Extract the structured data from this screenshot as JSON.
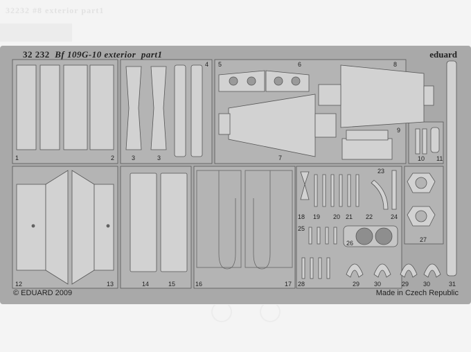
{
  "header": {
    "faded_title": "32232  #8  exterior  part1"
  },
  "fret": {
    "code": "32 232",
    "title": "Bf 109G-10 exterior",
    "part": "part1",
    "brand": "eduard",
    "copyright": "© EDUARD 2009",
    "origin": "Made in Czech Republic"
  },
  "part_numbers": [
    "1",
    "2",
    "3",
    "3",
    "4",
    "5",
    "6",
    "7",
    "8",
    "9",
    "10",
    "11",
    "12",
    "13",
    "14",
    "15",
    "16",
    "17",
    "18",
    "19",
    "20",
    "21",
    "22",
    "23",
    "24",
    "25",
    "26",
    "27",
    "28",
    "29",
    "30",
    "29",
    "30",
    "31"
  ],
  "colors": {
    "fret": "#a9a9a9",
    "part": "#d3d3d3",
    "line": "#5a5a5a",
    "paper": "#f4f4f4"
  }
}
